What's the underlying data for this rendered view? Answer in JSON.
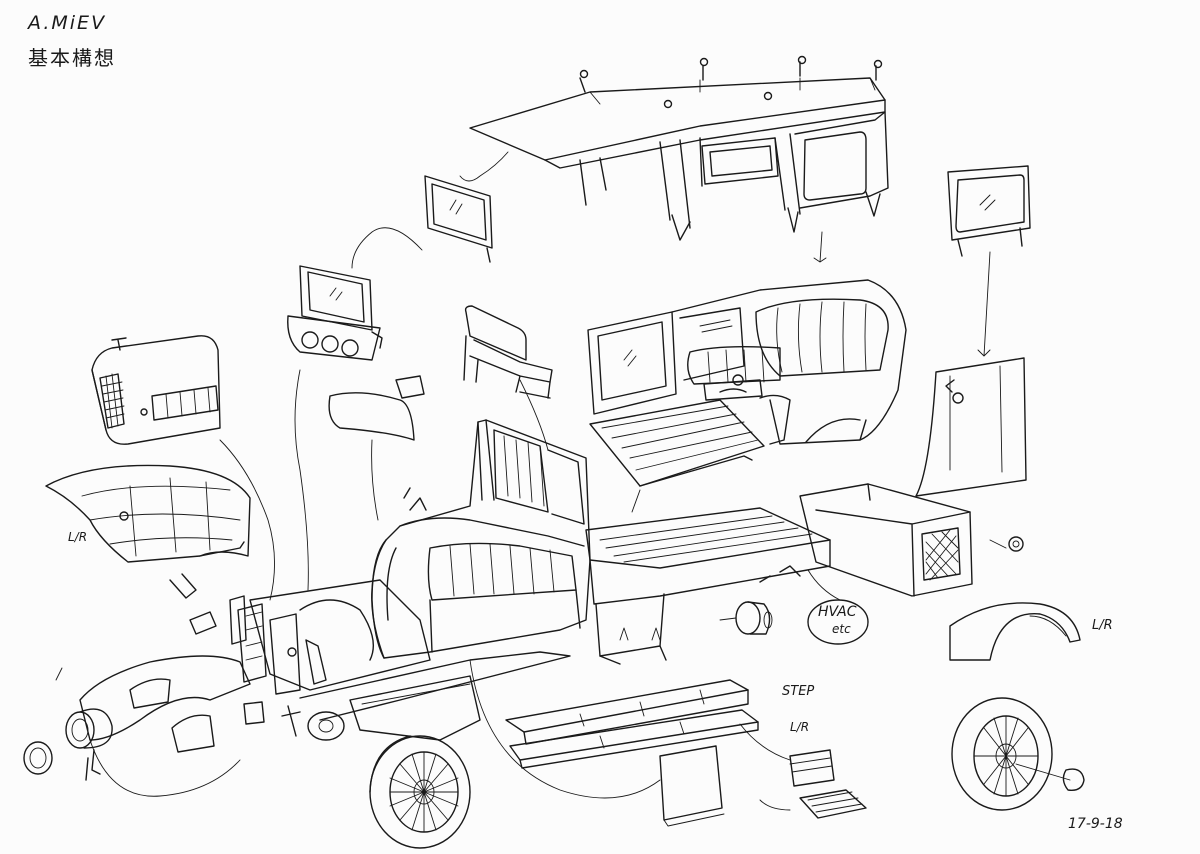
{
  "title": {
    "line1": "A.MiEV",
    "line2": "基本構想"
  },
  "labels": {
    "hvac": "HVAC",
    "etc": "etc",
    "step": "STEP",
    "fender_left": "L/R",
    "fender_right": "L/R",
    "step_side": "L/R"
  },
  "date": "17-9-18",
  "ink_color": "#1a1a1a"
}
